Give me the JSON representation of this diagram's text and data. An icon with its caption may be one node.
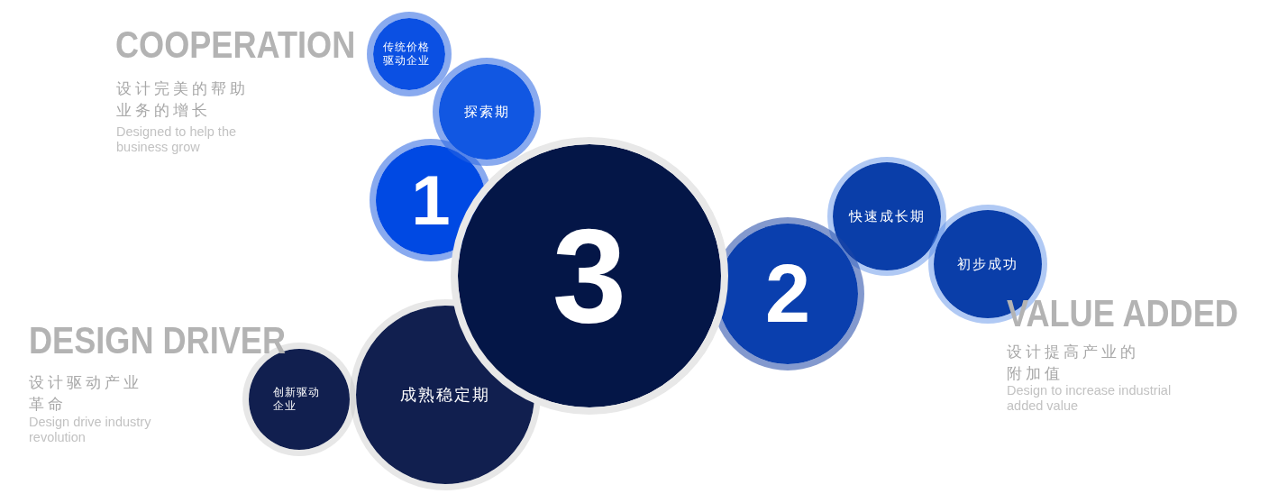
{
  "diagram": {
    "nodes": [
      {
        "text": [
          "传统价格驱动企业"
        ]
      },
      {
        "text": [
          "探索期"
        ]
      },
      {
        "text": [
          "1"
        ]
      },
      {
        "text": [
          "3"
        ]
      },
      {
        "text": [
          "2"
        ]
      },
      {
        "text": [
          "快速成长期"
        ]
      },
      {
        "text": [
          "初步成功"
        ]
      },
      {
        "text": [
          "创新驱动企业"
        ]
      },
      {
        "text": [
          "成熟稳定期"
        ]
      }
    ],
    "labels": [
      "COOPERATION",
      "设计完美的帮助业务的增长",
      "Designed to help the business grow",
      "VALUE ADDED",
      "设计提高产业的附加值",
      "Design to increase industrial added value",
      "DESIGN DRIVER",
      "设计驱动产业革命",
      "Design drive industry revolution"
    ]
  }
}
